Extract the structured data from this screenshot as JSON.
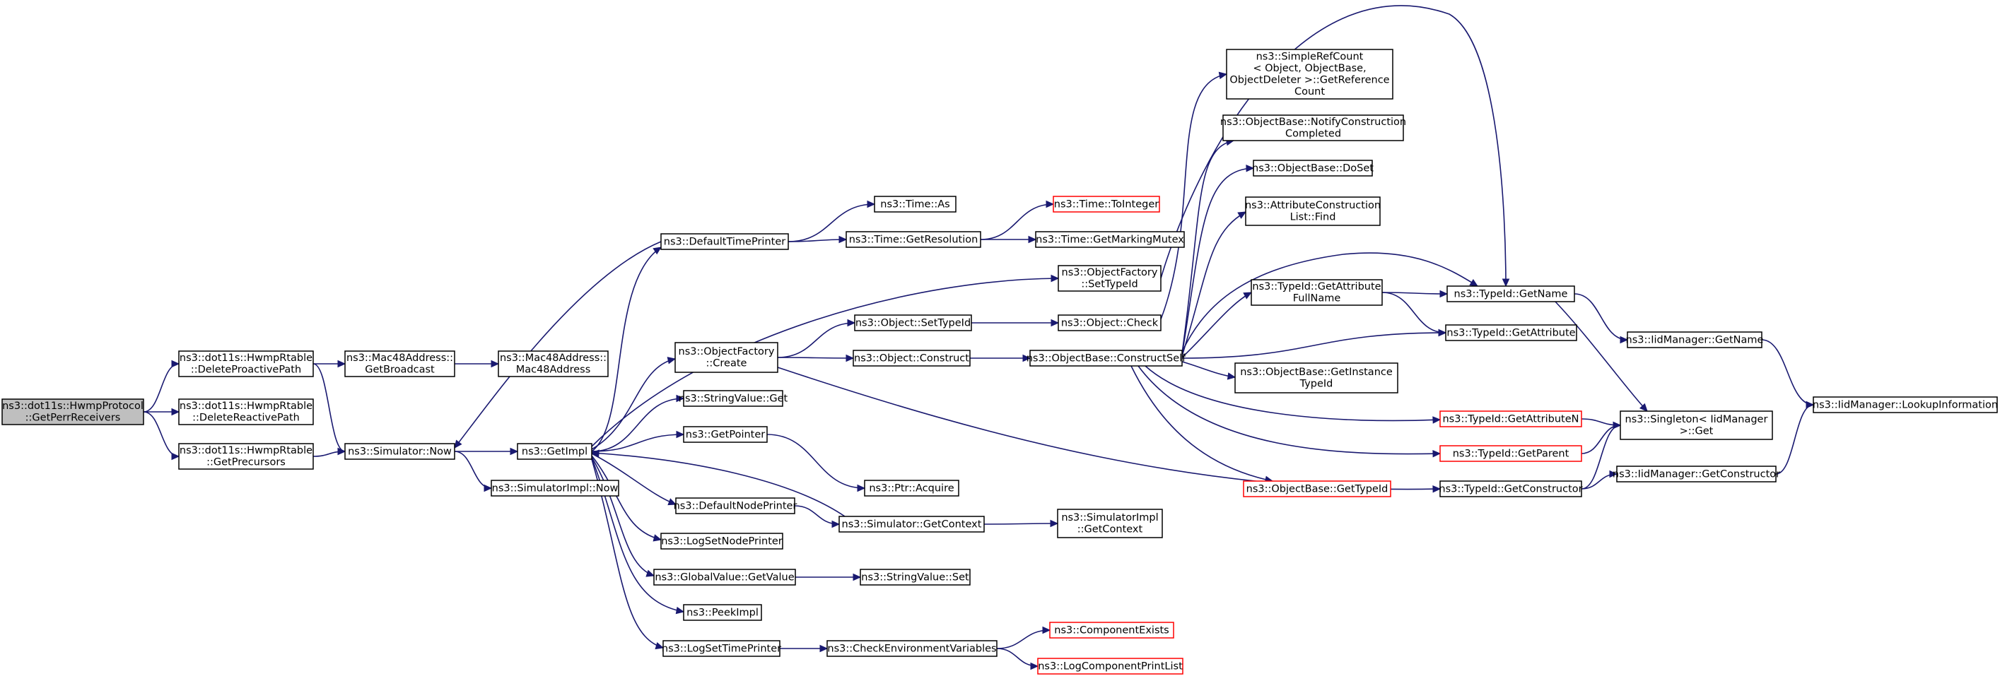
{
  "nodes": [
    {
      "id": "root",
      "lines": [
        "ns3::dot11s::HwmpProtocol",
        "::GetPerrReceivers"
      ],
      "style": "root"
    },
    {
      "id": "delproactive",
      "lines": [
        "ns3::dot11s::HwmpRtable",
        "::DeleteProactivePath"
      ]
    },
    {
      "id": "delreactive",
      "lines": [
        "ns3::dot11s::HwmpRtable",
        "::DeleteReactivePath"
      ]
    },
    {
      "id": "getprecursors",
      "lines": [
        "ns3::dot11s::HwmpRtable",
        "::GetPrecursors"
      ]
    },
    {
      "id": "getbroadcast",
      "lines": [
        "ns3::Mac48Address::",
        "GetBroadcast"
      ]
    },
    {
      "id": "mac48",
      "lines": [
        "ns3::Mac48Address::",
        "Mac48Address"
      ]
    },
    {
      "id": "simnow",
      "lines": [
        "ns3::Simulator::Now"
      ]
    },
    {
      "id": "getimpl",
      "lines": [
        "ns3::GetImpl"
      ]
    },
    {
      "id": "simimplnow",
      "lines": [
        "ns3::SimulatorImpl::Now"
      ]
    },
    {
      "id": "deftimeprinter",
      "lines": [
        "ns3::DefaultTimePrinter"
      ]
    },
    {
      "id": "timeas",
      "lines": [
        "ns3::Time::As"
      ]
    },
    {
      "id": "getresolution",
      "lines": [
        "ns3::Time::GetResolution"
      ]
    },
    {
      "id": "tointeger",
      "lines": [
        "ns3::Time::ToInteger"
      ],
      "style": "trunc"
    },
    {
      "id": "markingmutex",
      "lines": [
        "ns3::Time::GetMarkingMutex"
      ]
    },
    {
      "id": "ofsettypeid",
      "lines": [
        "ns3::ObjectFactory",
        "::SetTypeId"
      ]
    },
    {
      "id": "ofcreate",
      "lines": [
        "ns3::ObjectFactory",
        "::Create"
      ]
    },
    {
      "id": "objsettypeid",
      "lines": [
        "ns3::Object::SetTypeId"
      ]
    },
    {
      "id": "objcheck",
      "lines": [
        "ns3::Object::Check"
      ]
    },
    {
      "id": "objconstruct",
      "lines": [
        "ns3::Object::Construct"
      ]
    },
    {
      "id": "constructself",
      "lines": [
        "ns3::ObjectBase::ConstructSelf"
      ]
    },
    {
      "id": "stringget",
      "lines": [
        "ns3::StringValue::Get"
      ]
    },
    {
      "id": "getpointer",
      "lines": [
        "ns3::GetPointer"
      ]
    },
    {
      "id": "ptracquire",
      "lines": [
        "ns3::Ptr::Acquire"
      ]
    },
    {
      "id": "defnodeprinter",
      "lines": [
        "ns3::DefaultNodePrinter"
      ]
    },
    {
      "id": "simgetcontext",
      "lines": [
        "ns3::Simulator::GetContext"
      ]
    },
    {
      "id": "simimplgetcontext",
      "lines": [
        "ns3::SimulatorImpl",
        "::GetContext"
      ]
    },
    {
      "id": "logsetnodeprinter",
      "lines": [
        "ns3::LogSetNodePrinter"
      ]
    },
    {
      "id": "gvgetvalue",
      "lines": [
        "ns3::GlobalValue::GetValue"
      ]
    },
    {
      "id": "stringset",
      "lines": [
        "ns3::StringValue::Set"
      ]
    },
    {
      "id": "peekimpl",
      "lines": [
        "ns3::PeekImpl"
      ]
    },
    {
      "id": "logsettimeprinter",
      "lines": [
        "ns3::LogSetTimePrinter"
      ]
    },
    {
      "id": "checkenv",
      "lines": [
        "ns3::CheckEnvironmentVariables"
      ]
    },
    {
      "id": "compexists",
      "lines": [
        "ns3::ComponentExists"
      ],
      "style": "trunc"
    },
    {
      "id": "logcompprint",
      "lines": [
        "ns3::LogComponentPrintList"
      ],
      "style": "trunc"
    },
    {
      "id": "simplerefcount",
      "lines": [
        "ns3::SimpleRefCount",
        "< Object, ObjectBase,",
        "ObjectDeleter >::GetReference",
        "Count"
      ]
    },
    {
      "id": "notifyconstruction",
      "lines": [
        "ns3::ObjectBase::NotifyConstruction",
        "Completed"
      ]
    },
    {
      "id": "doset",
      "lines": [
        "ns3::ObjectBase::DoSet"
      ]
    },
    {
      "id": "attrfind",
      "lines": [
        "ns3::AttributeConstruction",
        "List::Find"
      ]
    },
    {
      "id": "getattrfullname",
      "lines": [
        "ns3::TypeId::GetAttribute",
        "FullName"
      ]
    },
    {
      "id": "getinstancetypeid",
      "lines": [
        "ns3::ObjectBase::GetInstance",
        "TypeId"
      ]
    },
    {
      "id": "obgettypeid",
      "lines": [
        "ns3::ObjectBase::GetTypeId"
      ],
      "style": "trunc"
    },
    {
      "id": "tidgetname",
      "lines": [
        "ns3::TypeId::GetName"
      ]
    },
    {
      "id": "tidgetattribute",
      "lines": [
        "ns3::TypeId::GetAttribute"
      ]
    },
    {
      "id": "tidgetattributen",
      "lines": [
        "ns3::TypeId::GetAttributeN"
      ],
      "style": "trunc"
    },
    {
      "id": "tidgetparent",
      "lines": [
        "ns3::TypeId::GetParent"
      ],
      "style": "trunc"
    },
    {
      "id": "tidgetconstructor",
      "lines": [
        "ns3::TypeId::GetConstructor"
      ]
    },
    {
      "id": "iidgetname",
      "lines": [
        "ns3::IidManager::GetName"
      ]
    },
    {
      "id": "singletonget",
      "lines": [
        "ns3::Singleton< IidManager",
        ">::Get"
      ]
    },
    {
      "id": "iidgetconstructor",
      "lines": [
        "ns3::IidManager::GetConstructor"
      ]
    },
    {
      "id": "iidlookup",
      "lines": [
        "ns3::IidManager::LookupInformation"
      ]
    }
  ],
  "edges": [
    [
      "root",
      "delproactive"
    ],
    [
      "root",
      "delreactive"
    ],
    [
      "root",
      "getprecursors"
    ],
    [
      "delproactive",
      "getbroadcast"
    ],
    [
      "delproactive",
      "simnow"
    ],
    [
      "getbroadcast",
      "mac48"
    ],
    [
      "getprecursors",
      "simnow"
    ],
    [
      "simnow",
      "getimpl"
    ],
    [
      "simnow",
      "simimplnow"
    ],
    [
      "getimpl",
      "deftimeprinter"
    ],
    [
      "getimpl",
      "ofcreate"
    ],
    [
      "getimpl",
      "stringget"
    ],
    [
      "getimpl",
      "getpointer"
    ],
    [
      "getimpl",
      "defnodeprinter"
    ],
    [
      "getimpl",
      "logsetnodeprinter"
    ],
    [
      "getimpl",
      "gvgetvalue"
    ],
    [
      "getimpl",
      "peekimpl"
    ],
    [
      "getimpl",
      "logsettimeprinter"
    ],
    [
      "getimpl",
      "ofsettypeid"
    ],
    [
      "deftimeprinter",
      "simnow"
    ],
    [
      "deftimeprinter",
      "timeas"
    ],
    [
      "deftimeprinter",
      "getresolution"
    ],
    [
      "getresolution",
      "tointeger"
    ],
    [
      "getresolution",
      "markingmutex"
    ],
    [
      "ofcreate",
      "objsettypeid"
    ],
    [
      "ofcreate",
      "objconstruct"
    ],
    [
      "ofcreate",
      "tidgetconstructor"
    ],
    [
      "objsettypeid",
      "objcheck"
    ],
    [
      "objconstruct",
      "constructself"
    ],
    [
      "ofsettypeid",
      "tidgetname"
    ],
    [
      "objcheck",
      "simplerefcount"
    ],
    [
      "getpointer",
      "ptracquire"
    ],
    [
      "defnodeprinter",
      "simgetcontext"
    ],
    [
      "simgetcontext",
      "getimpl"
    ],
    [
      "simgetcontext",
      "simimplgetcontext"
    ],
    [
      "gvgetvalue",
      "stringset"
    ],
    [
      "logsettimeprinter",
      "checkenv"
    ],
    [
      "checkenv",
      "compexists"
    ],
    [
      "checkenv",
      "logcompprint"
    ],
    [
      "constructself",
      "notifyconstruction"
    ],
    [
      "constructself",
      "doset"
    ],
    [
      "constructself",
      "attrfind"
    ],
    [
      "constructself",
      "getattrfullname"
    ],
    [
      "constructself",
      "tidgetname"
    ],
    [
      "constructself",
      "tidgetattribute"
    ],
    [
      "constructself",
      "getinstancetypeid"
    ],
    [
      "constructself",
      "obgettypeid"
    ],
    [
      "constructself",
      "tidgetattributen"
    ],
    [
      "constructself",
      "tidgetparent"
    ],
    [
      "getattrfullname",
      "tidgetname"
    ],
    [
      "getattrfullname",
      "tidgetattribute"
    ],
    [
      "tidgetname",
      "iidgetname"
    ],
    [
      "tidgetname",
      "singletonget"
    ],
    [
      "iidgetname",
      "iidlookup"
    ],
    [
      "tidgetattributen",
      "singletonget"
    ],
    [
      "tidgetparent",
      "singletonget"
    ],
    [
      "tidgetconstructor",
      "singletonget"
    ],
    [
      "tidgetconstructor",
      "iidgetconstructor"
    ],
    [
      "iidgetconstructor",
      "iidlookup"
    ]
  ]
}
